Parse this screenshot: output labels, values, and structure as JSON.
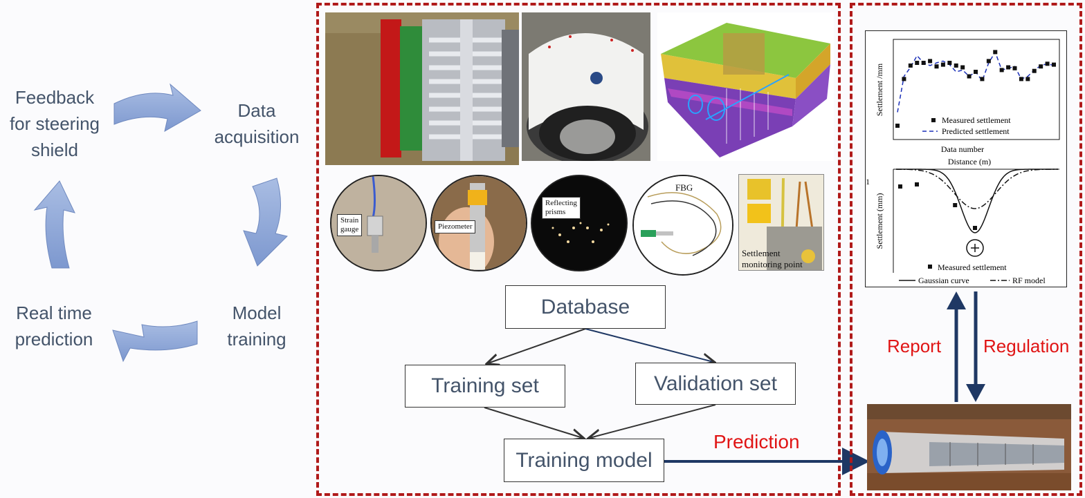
{
  "cycle": {
    "feedback": [
      "Feedback",
      "for steering",
      "shield"
    ],
    "acquisition": [
      "Data",
      "acquisition"
    ],
    "training": [
      "Model",
      "training"
    ],
    "prediction": [
      "Real time",
      "prediction"
    ]
  },
  "sensors": {
    "strain_gauge": [
      "Strain",
      "gauge"
    ],
    "piezometer": "Piezometer",
    "prisms": [
      "Reflecting",
      "prisms"
    ],
    "fbg": "FBG",
    "settlement_point": [
      "Settlement",
      "monitoring point"
    ]
  },
  "flow": {
    "database": "Database",
    "training_set": "Training set",
    "validation_set": "Validation set",
    "training_model": "Training model",
    "prediction_label": "Prediction"
  },
  "right_panel": {
    "report_label": "Report",
    "regulation_label": "Regulation"
  },
  "charts": {
    "top": {
      "ylabel": "Settlement /mm",
      "xlabel": "Data number",
      "legend_measured": "Measured settlement",
      "legend_predicted": "Predicted settlement"
    },
    "bottom": {
      "title": "Distance (m)",
      "ylabel": "Settlement (mm)",
      "stray_tick": "1",
      "legend_measured": "Measured settlement",
      "legend_gaussian": "Gaussian curve",
      "legend_rf": "RF model"
    }
  },
  "chart_data": [
    {
      "type": "scatter",
      "xlabel": "Data number",
      "ylabel": "Settlement /mm",
      "series": [
        {
          "name": "Measured settlement",
          "values": [
            0.1,
            0.62,
            0.77,
            0.8,
            0.8,
            0.82,
            0.76,
            0.78,
            0.8,
            0.77,
            0.75,
            0.65,
            0.7,
            0.62,
            0.82,
            0.92,
            0.72,
            0.75,
            0.74,
            0.62,
            0.62,
            0.71,
            0.76,
            0.79,
            0.78
          ]
        },
        {
          "name": "Predicted settlement",
          "values": [
            0.25,
            0.65,
            0.75,
            0.88,
            0.8,
            0.77,
            0.8,
            0.82,
            0.78,
            0.7,
            0.72,
            0.65,
            0.7,
            0.6,
            0.8,
            0.92,
            0.72,
            0.74,
            0.76,
            0.62,
            0.65,
            0.72,
            0.77,
            0.79,
            0.77
          ]
        }
      ]
    },
    {
      "type": "line",
      "title": "Distance (m)",
      "ylabel": "Settlement (mm)",
      "series": [
        {
          "name": "Measured settlement",
          "points": [
            [
              -0.45,
              0.25
            ],
            [
              -0.35,
              0.22
            ],
            [
              -0.12,
              0.52
            ],
            [
              0.0,
              0.85
            ]
          ]
        },
        {
          "name": "Gaussian curve",
          "shape": "gaussian trough"
        },
        {
          "name": "RF model",
          "shape": "dash-dot gaussian trough"
        }
      ]
    }
  ],
  "colors": {
    "panel_border": "#b01a1a",
    "arrow_blue": "#8ea9db",
    "flow_arrow": "#1f3864",
    "red_label": "#e01414",
    "label_text": "#44546a"
  }
}
